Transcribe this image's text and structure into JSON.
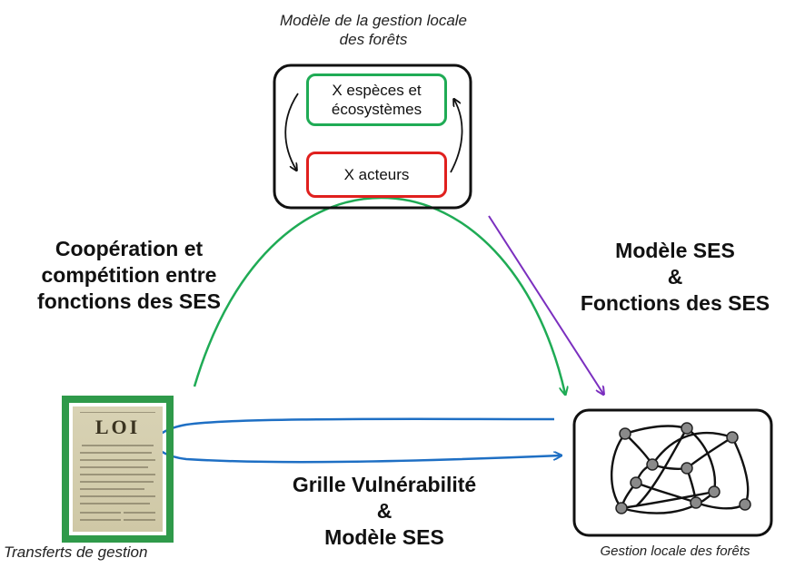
{
  "top_caption": "Modèle de la gestion locale des forêts",
  "species_box": "X espèces et écosystèmes",
  "actors_box": "X acteurs",
  "left_label": "Coopération et compétition entre fonctions des SES",
  "right_label_line1": "Modèle SES",
  "right_label_line2": "&",
  "right_label_line3": "Fonctions des SES",
  "bottom_label_line1": "Grille Vulnérabilité",
  "bottom_label_line2": "&",
  "bottom_label_line3": "Modèle SES",
  "left_caption": "Transferts de gestion",
  "right_caption": "Gestion locale des forêts",
  "loi_title": "LOI",
  "colors": {
    "green": "#1fab55",
    "red": "#e0201e",
    "blue": "#1e6fc4",
    "purple": "#7b2fbf",
    "doc_frame": "#2f9a4a",
    "node": "#8a8a8a"
  }
}
